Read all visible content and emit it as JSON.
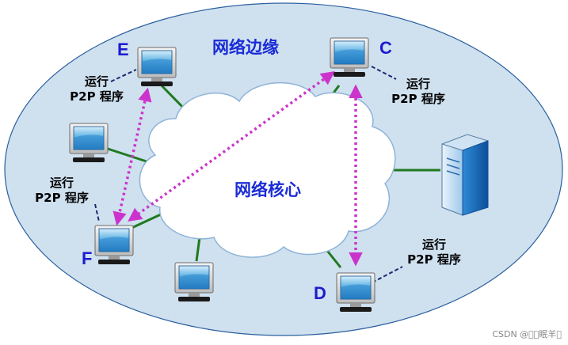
{
  "labels": {
    "edge": "网络边缘",
    "core": "网络核心"
  },
  "nodes": {
    "E": "E",
    "C": "C",
    "F": "F",
    "D": "D"
  },
  "p2p": {
    "line1": "运行",
    "line2": "P2P 程序"
  },
  "watermark": "CSDN @\u0000\u0000眠羊\u0000",
  "colors": {
    "edge_fill": "#cfe0ef",
    "cloud_fill": "#ffffff",
    "link": "#1f7a1f",
    "p2p_link": "#cc33cc",
    "label_blue": "#1a2cd6"
  }
}
